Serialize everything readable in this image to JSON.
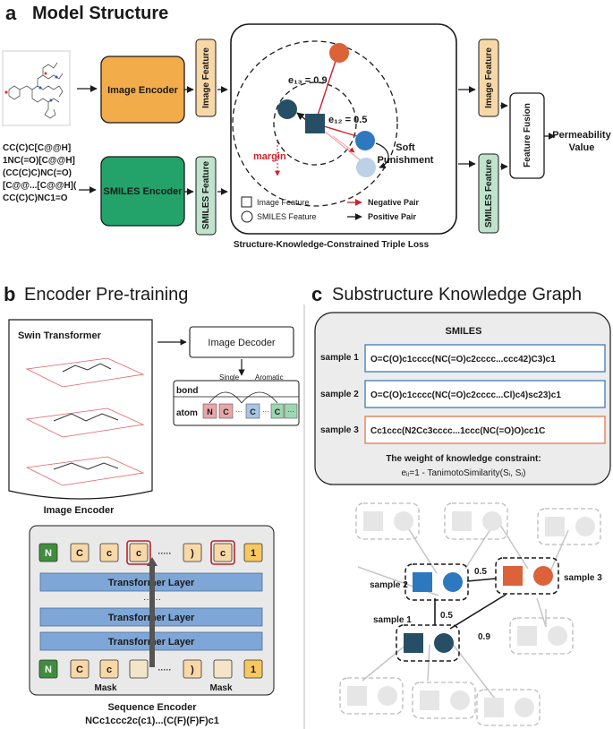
{
  "panel_a": {
    "letter": "a",
    "title": "Model Structure",
    "image_encoder": "Image Encoder",
    "smiles_encoder": "SMILES Encoder",
    "image_feature": "Image Feature",
    "smiles_feature": "SMILES Feature",
    "feature_fusion": "Feature Fusion",
    "permeability": [
      "Permeability",
      "Value"
    ],
    "smiles_text": [
      "CC(C)C[C@@H]",
      "1NC(=O)[C@@H]",
      "(CC(C)C)NC(=O)",
      "[C@@...[C@@H](",
      "CC(C)C)NC1=O"
    ],
    "e13": "e₁₃ = 0.9",
    "e12": "e₁₂ = 0.5",
    "margin": "margin",
    "soft_punishment": [
      "Soft",
      "Punishment"
    ],
    "legend": {
      "image_feature": "Image Feature",
      "smiles_feature": "SMILES Feature",
      "negative_pair": "Negative Pair",
      "positive_pair": "Positive Pair"
    },
    "loss_caption": "Structure-Knowledge-Constrained Triple Loss",
    "colors": {
      "orange": "#F3AC4A",
      "green": "#23A36A",
      "peach": "#F9D8A8",
      "mint": "#BFE3CC",
      "navy": "#264F66",
      "blue": "#2E78C0",
      "red_node": "#DB6239",
      "neg": "#D0202A"
    }
  },
  "panel_b": {
    "letter": "b",
    "title": "Encoder Pre-training",
    "swin": "Swin Transformer",
    "image_decoder": "Image Decoder",
    "bond": "bond",
    "atom": "atom",
    "single": "Single",
    "aromatic": "Aromatic",
    "atom_tokens": [
      "N",
      "C",
      "···",
      "C",
      "···",
      "C",
      "···"
    ],
    "image_encoder": "Image Encoder",
    "top_tokens": [
      "N",
      "C",
      "c",
      "c",
      "·····",
      ")",
      "c",
      "1"
    ],
    "bottom_tokens": [
      "N",
      "C",
      "c",
      "",
      "·····",
      ")",
      "",
      "1"
    ],
    "transformer_layer": "Transformer Layer",
    "dots": "······",
    "mask": "Mask",
    "sequence_encoder": "Sequence Encoder",
    "sequence": "NCc1ccc2c(c1)...(C(F)(F)F)c1"
  },
  "panel_c": {
    "letter": "c",
    "title": "Substructure Knowledge Graph",
    "smiles_header": "SMILES",
    "samples": [
      {
        "label": "sample 1",
        "smiles": "O=C(O)c1cccc(NC(=O)c2cccc...ccc42)C3)c1"
      },
      {
        "label": "sample 2",
        "smiles": "O=C(O)c1cccc(NC(=O)c2cccc...Cl)c4)sc23)c1"
      },
      {
        "label": "sample 3",
        "smiles": "Cc1ccc(N2Cc3cccc...1ccc(NC(=O)O)cc1C"
      }
    ],
    "weight_text": "The weight of knowledge constraint:",
    "formula": "eᵢⱼ=1 - TanimotoSimilarity(Sᵢ, Sⱼ)",
    "graph": {
      "sample2": "sample 2",
      "sample3": "sample 3",
      "sample1": "sample 1",
      "w23": "0.5",
      "w12": "0.5",
      "w13": "0.9"
    }
  }
}
